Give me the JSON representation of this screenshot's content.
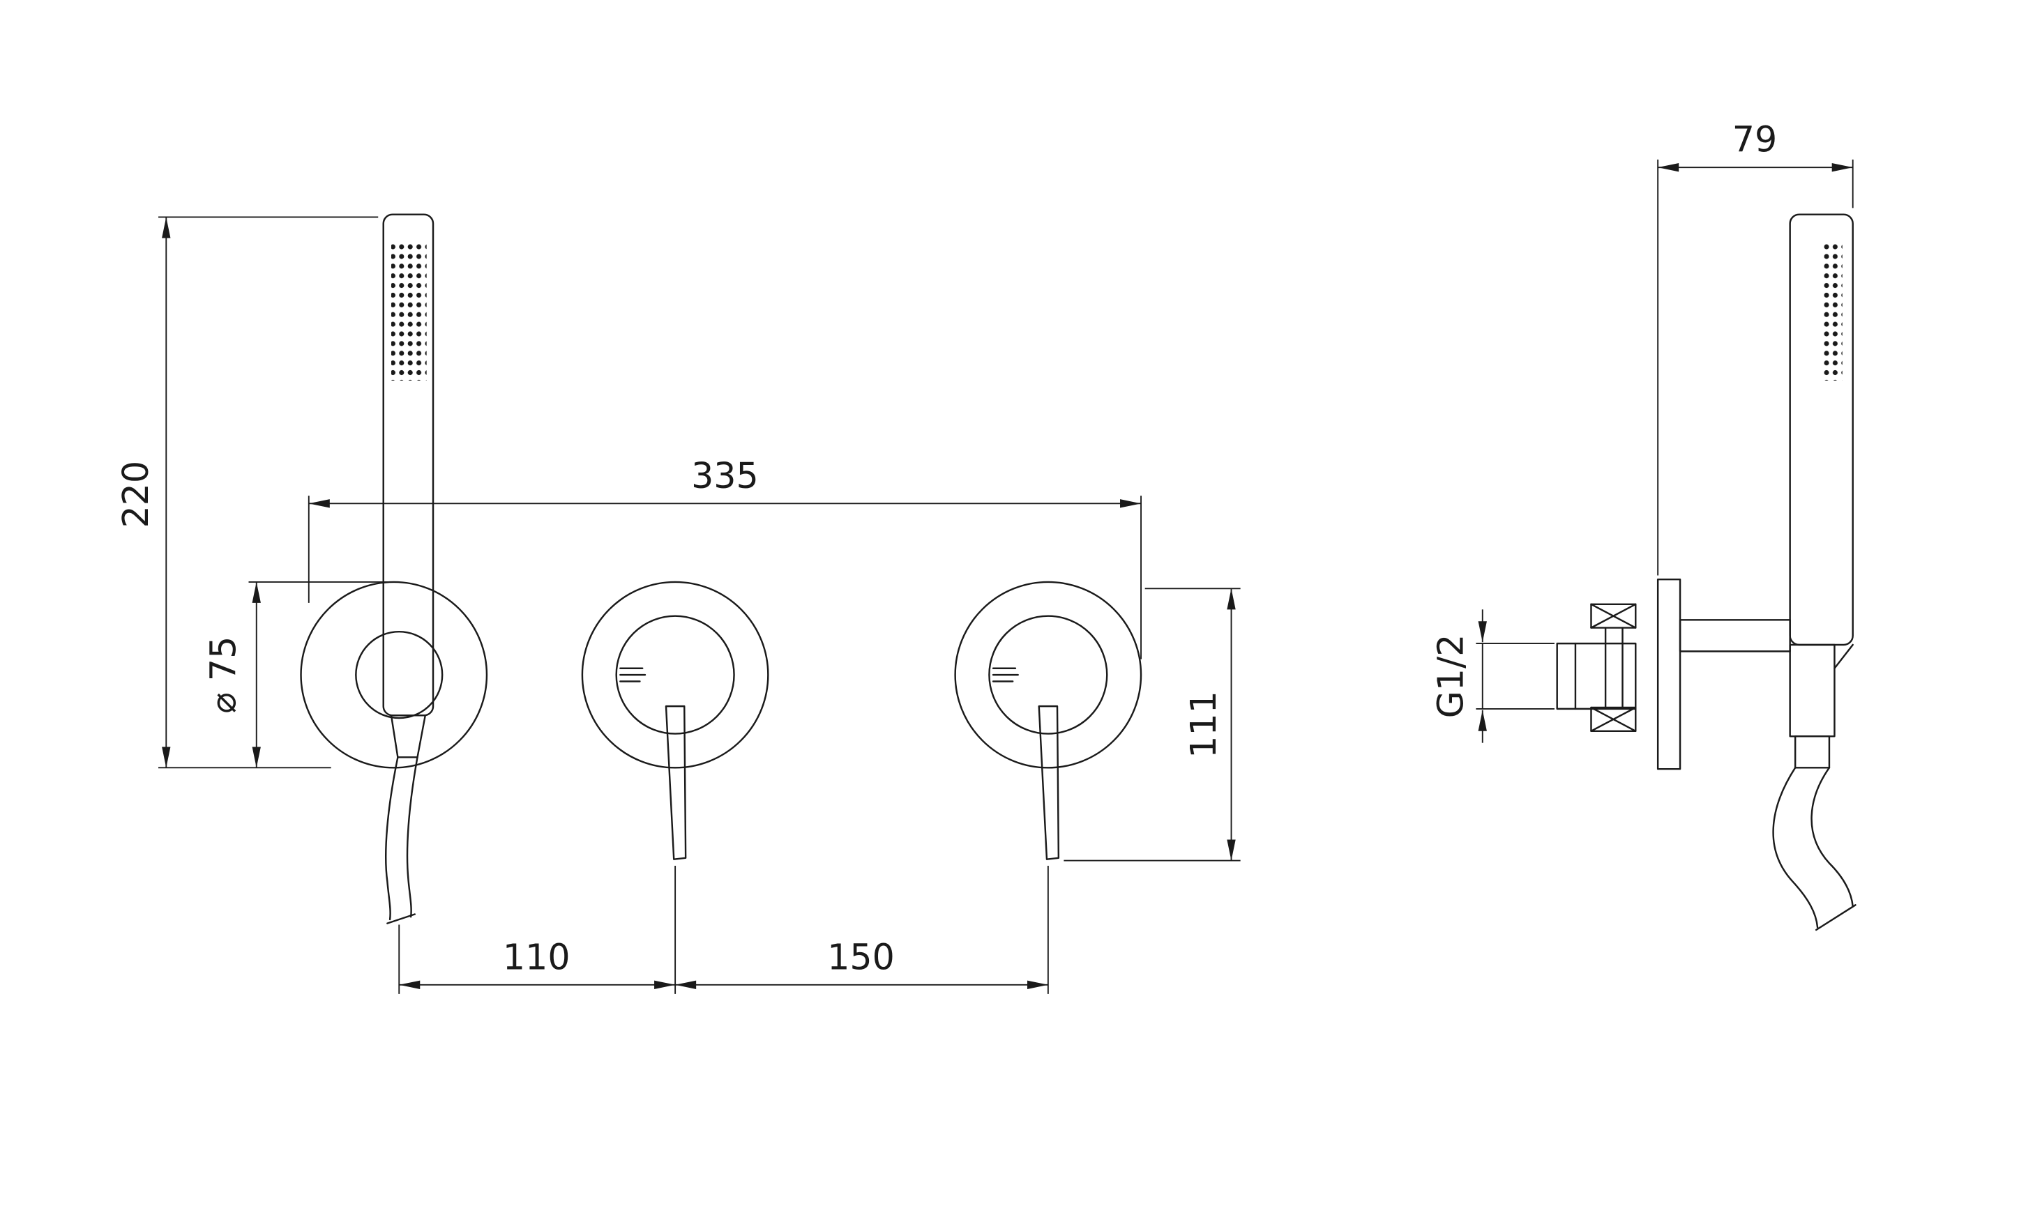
{
  "colors": {
    "background": "#ffffff",
    "line": "#1a1a1a"
  },
  "front_view": {
    "dim_overall_height": "220",
    "dim_overall_width": "335",
    "dim_escutcheon_diameter": "⌀ 75",
    "dim_trim_height": "111",
    "dim_spacing_left": "110",
    "dim_spacing_right": "150"
  },
  "side_view": {
    "dim_depth": "79",
    "dim_thread": "G1/2"
  }
}
